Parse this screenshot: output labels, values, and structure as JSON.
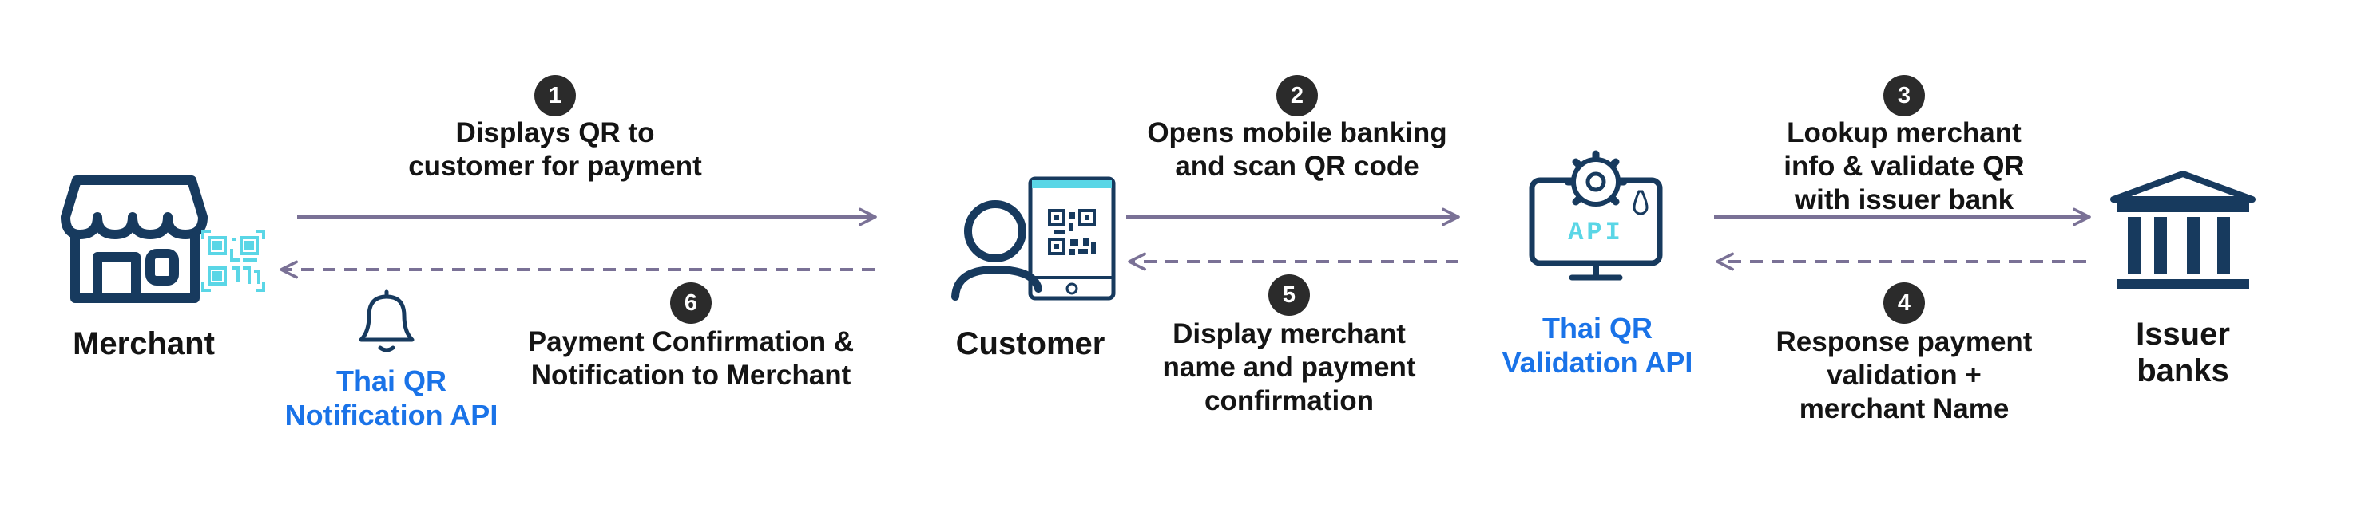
{
  "actors": {
    "merchant": "Merchant",
    "customer": "Customer",
    "issuer": "Issuer\nbanks"
  },
  "apis": {
    "notification": "Thai QR\nNotification API",
    "validation": "Thai QR\nValidation API",
    "api_screen_text": "API"
  },
  "steps": [
    {
      "number": "1",
      "text": "Displays QR to\ncustomer for payment"
    },
    {
      "number": "2",
      "text": "Opens mobile banking\nand scan QR code"
    },
    {
      "number": "3",
      "text": "Lookup merchant\ninfo & validate QR\nwith issuer bank"
    },
    {
      "number": "4",
      "text": "Response payment\nvalidation +\nmerchant Name"
    },
    {
      "number": "5",
      "text": "Display merchant\nname and payment\nconfirmation"
    },
    {
      "number": "6",
      "text": "Payment Confirmation &\nNotification to Merchant"
    }
  ],
  "colors": {
    "navy": "#173a5e",
    "arrow": "#7a7196",
    "accent_blue": "#1a73e8",
    "qr_cyan": "#5ad6e6",
    "badge": "#2b2b2b"
  },
  "icons": {
    "merchant": "storefront-icon",
    "merchant_qr": "qr-code-icon",
    "notification": "bell-icon",
    "customer": "person-icon",
    "customer_phone": "phone-qr-icon",
    "validation": "monitor-api-icon",
    "issuer": "bank-building-icon"
  },
  "arrows": [
    {
      "from": "merchant",
      "to": "customer",
      "style": "solid"
    },
    {
      "from": "customer",
      "to": "merchant",
      "style": "dashed"
    },
    {
      "from": "customer",
      "to": "validation-api",
      "style": "solid"
    },
    {
      "from": "validation-api",
      "to": "customer",
      "style": "dashed"
    },
    {
      "from": "validation-api",
      "to": "issuer",
      "style": "solid"
    },
    {
      "from": "issuer",
      "to": "validation-api",
      "style": "dashed"
    }
  ]
}
